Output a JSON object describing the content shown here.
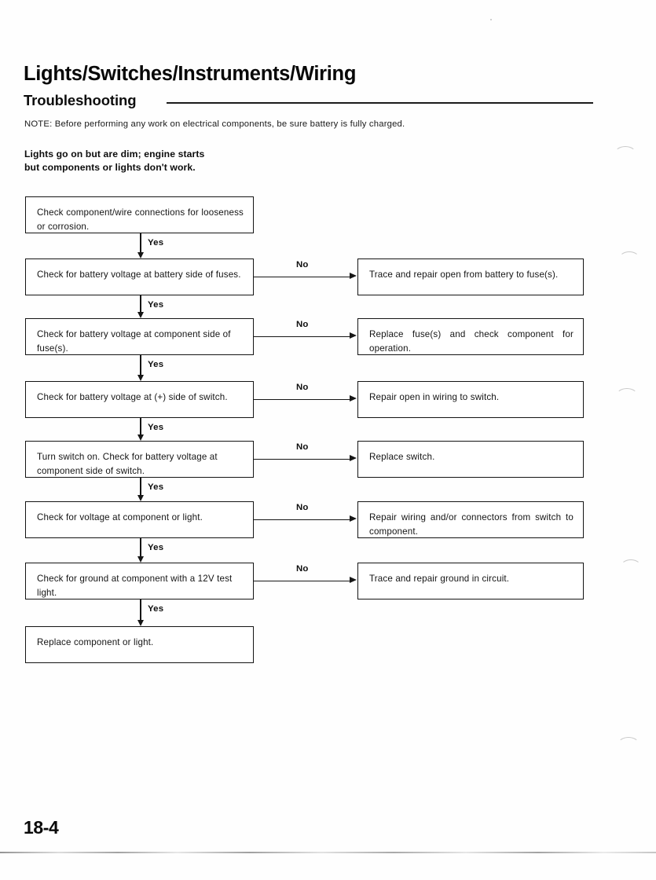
{
  "document": {
    "title": "Lights/Switches/Instruments/Wiring",
    "section": "Troubleshooting",
    "note": "NOTE: Before performing any work on electrical components, be sure battery is fully charged.",
    "symptom_line1": "Lights go on but are dim; engine starts",
    "symptom_line2": "but components or lights don't work.",
    "page_number": "18-4"
  },
  "labels": {
    "yes": "Yes",
    "no": "No"
  },
  "flow": {
    "type": "flowchart",
    "orientation": "top-to-bottom with right branches",
    "steps": [
      {
        "id": "step-1",
        "text": "Check component/wire connections for looseness or corrosion.",
        "justified": true,
        "branch": null
      },
      {
        "id": "step-2",
        "text": "Check for battery voltage at battery side of fuses.",
        "justified": false,
        "branch": {
          "label": "No",
          "text": "Trace and repair open from battery to fuse(s)."
        }
      },
      {
        "id": "step-3",
        "text": "Check for battery voltage at component side of fuse(s).",
        "justified": false,
        "branch": {
          "label": "No",
          "text": "Replace fuse(s) and check component for operation."
        }
      },
      {
        "id": "step-4",
        "text": "Check for battery voltage at (+) side of switch.",
        "justified": true,
        "branch": {
          "label": "No",
          "text": "Repair open in wiring to switch."
        }
      },
      {
        "id": "step-5",
        "text": "Turn switch on. Check for battery voltage at component side of switch.",
        "justified": false,
        "branch": {
          "label": "No",
          "text": "Replace switch."
        }
      },
      {
        "id": "step-6",
        "text": "Check for voltage at component or light.",
        "justified": false,
        "branch": {
          "label": "No",
          "text": "Repair wiring and/or connectors from switch to component."
        }
      },
      {
        "id": "step-7",
        "text": "Check for ground at component with a 12V test light.",
        "justified": false,
        "branch": {
          "label": "No",
          "text": "Trace and repair ground in circuit."
        }
      },
      {
        "id": "step-8",
        "text": "Replace component or light.",
        "justified": false,
        "branch": null
      }
    ]
  },
  "colors": {
    "ink": "#141414",
    "paper": "#ffffff"
  }
}
